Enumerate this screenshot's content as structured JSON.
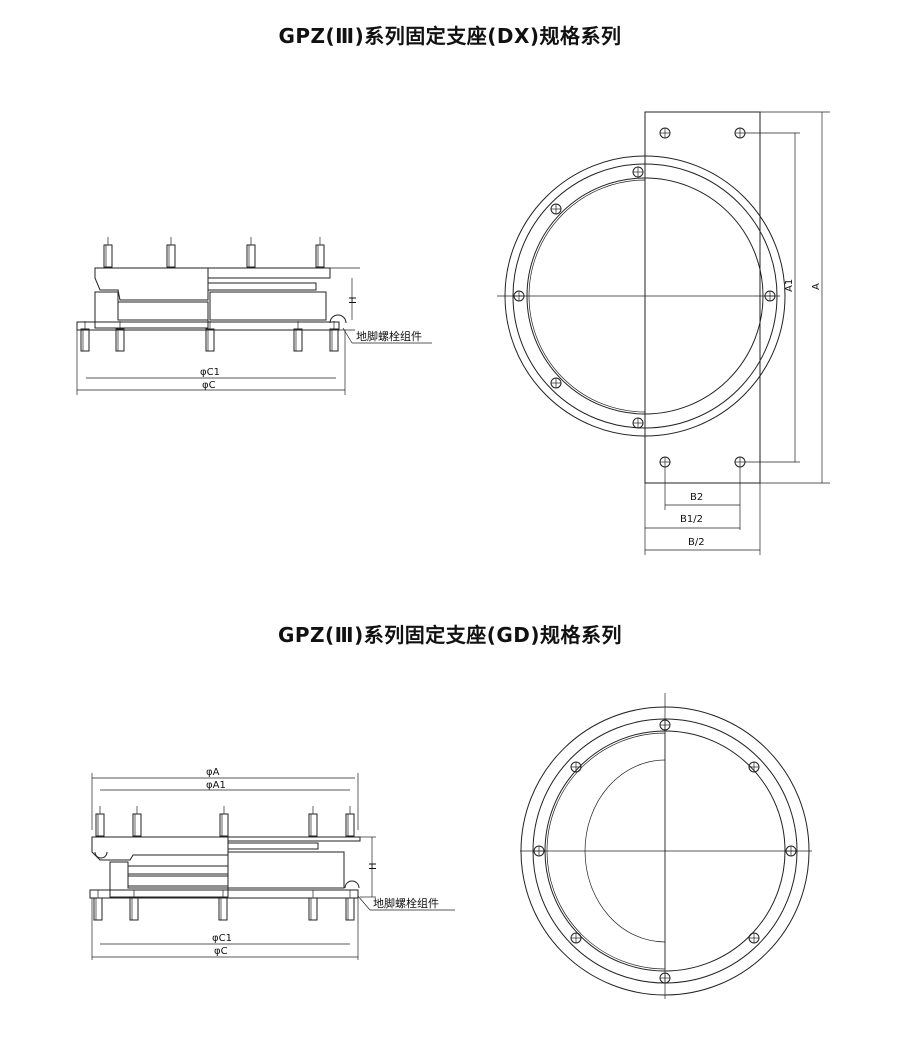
{
  "section_dx": {
    "title": "GPZ(Ⅲ)系列固定支座(DX)规格系列",
    "side_view": {
      "height_label": "H",
      "bolt_label": "地脚螺栓组件",
      "c1_label": "φC1",
      "c_label": "φC"
    },
    "plan_view": {
      "a1_label": "A1",
      "a_label": "A",
      "b2_label": "B2",
      "b1_half_label": "B1/2",
      "b_half_label": "B/2"
    }
  },
  "section_gd": {
    "title": "GPZ(Ⅲ)系列固定支座(GD)规格系列",
    "side_view": {
      "a_label": "φA",
      "a1_label": "φA1",
      "height_label": "H",
      "bolt_label": "地脚螺栓组件",
      "c1_label": "φC1",
      "c_label": "φC"
    }
  }
}
